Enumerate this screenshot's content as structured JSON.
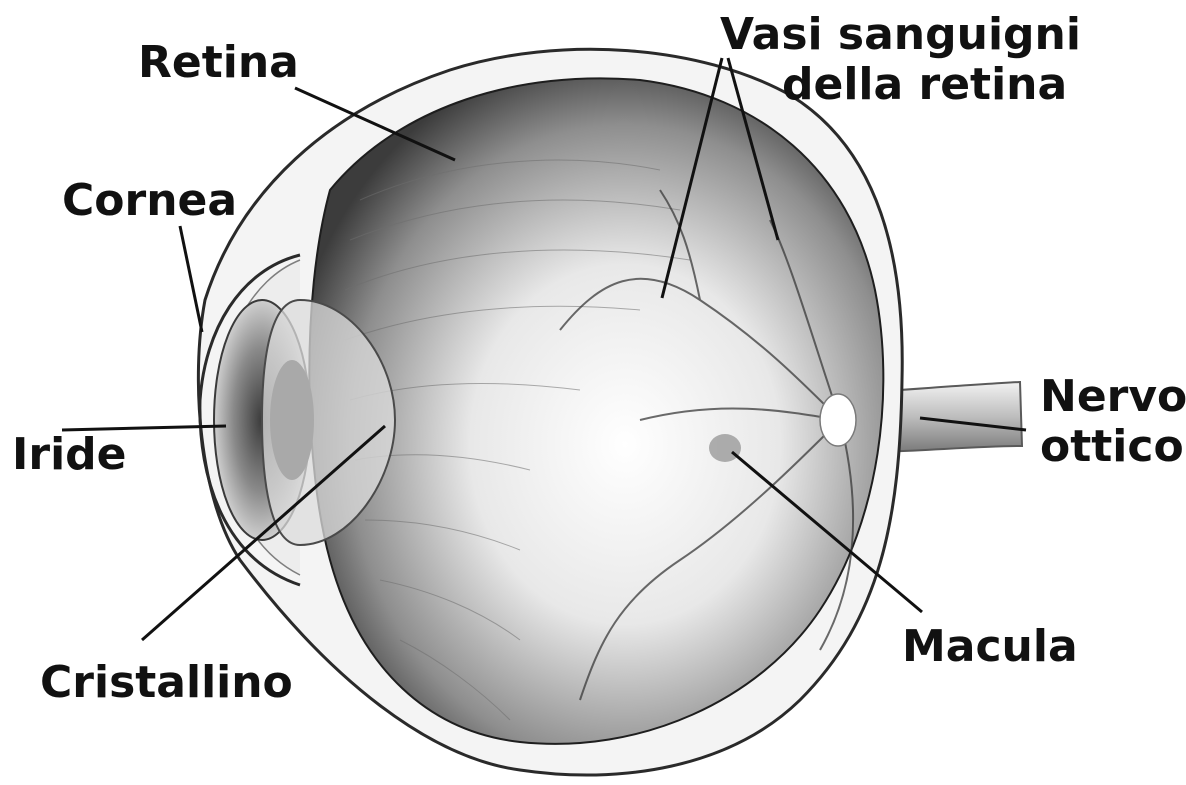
{
  "labels": {
    "retina": "Retina",
    "vessels_line1": "Vasi sanguigni",
    "vessels_line2": "della retina",
    "cornea": "Cornea",
    "iris": "Iride",
    "lens": "Cristallino",
    "optic_nerve_line1": "Nervo",
    "optic_nerve_line2": "ottico",
    "macula": "Macula"
  },
  "colors": {
    "line": "#111111",
    "text": "#111111",
    "outline": "#2a2a2a"
  }
}
